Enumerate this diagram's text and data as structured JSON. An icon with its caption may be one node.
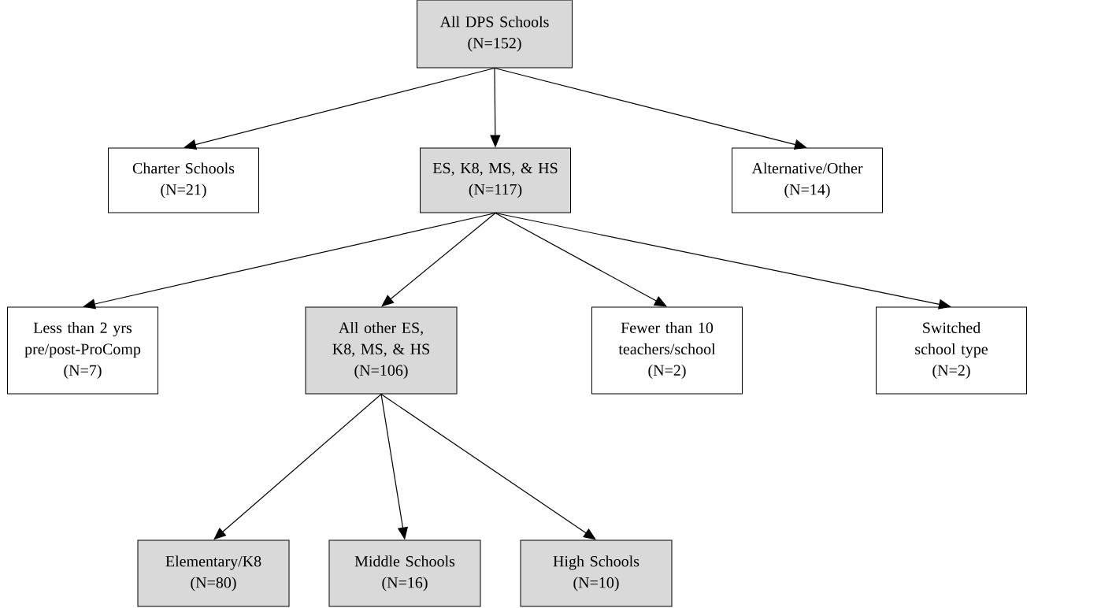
{
  "diagram": {
    "nodes": [
      {
        "text": [
          "All DPS Schools",
          "(N=152)"
        ]
      },
      {
        "text": [
          "Charter Schools",
          "(N=21)"
        ]
      },
      {
        "text": [
          "ES, K8, MS, & HS",
          "(N=117)"
        ]
      },
      {
        "text": [
          "Alternative/Other",
          "(N=14)"
        ]
      },
      {
        "text": [
          "Less than 2 yrs pre/post-ProComp",
          "(N=7)"
        ]
      },
      {
        "text": [
          "All other ES, K8, MS, & HS",
          "(N=106)"
        ]
      },
      {
        "text": [
          "Fewer than 10 teachers/school",
          "(N=2)"
        ]
      },
      {
        "text": [
          "Switched school type",
          "(N=2)"
        ]
      },
      {
        "text": [
          "Elementary/K8",
          "(N=80)"
        ]
      },
      {
        "text": [
          "Middle Schools",
          "(N=16)"
        ]
      },
      {
        "text": [
          "High Schools",
          "(N=10)"
        ]
      }
    ],
    "edges": [
      {
        "from": 0,
        "to": 1,
        "arrow": "to"
      },
      {
        "from": 0,
        "to": 2,
        "arrow": "to"
      },
      {
        "from": 0,
        "to": 3,
        "arrow": "to"
      },
      {
        "from": 2,
        "to": 4,
        "arrow": "to"
      },
      {
        "from": 2,
        "to": 5,
        "arrow": "to"
      },
      {
        "from": 2,
        "to": 6,
        "arrow": "to"
      },
      {
        "from": 2,
        "to": 7,
        "arrow": "to"
      },
      {
        "from": 5,
        "to": 8,
        "arrow": "to"
      },
      {
        "from": 5,
        "to": 9,
        "arrow": "to"
      },
      {
        "from": 5,
        "to": 10,
        "arrow": "to"
      }
    ]
  }
}
